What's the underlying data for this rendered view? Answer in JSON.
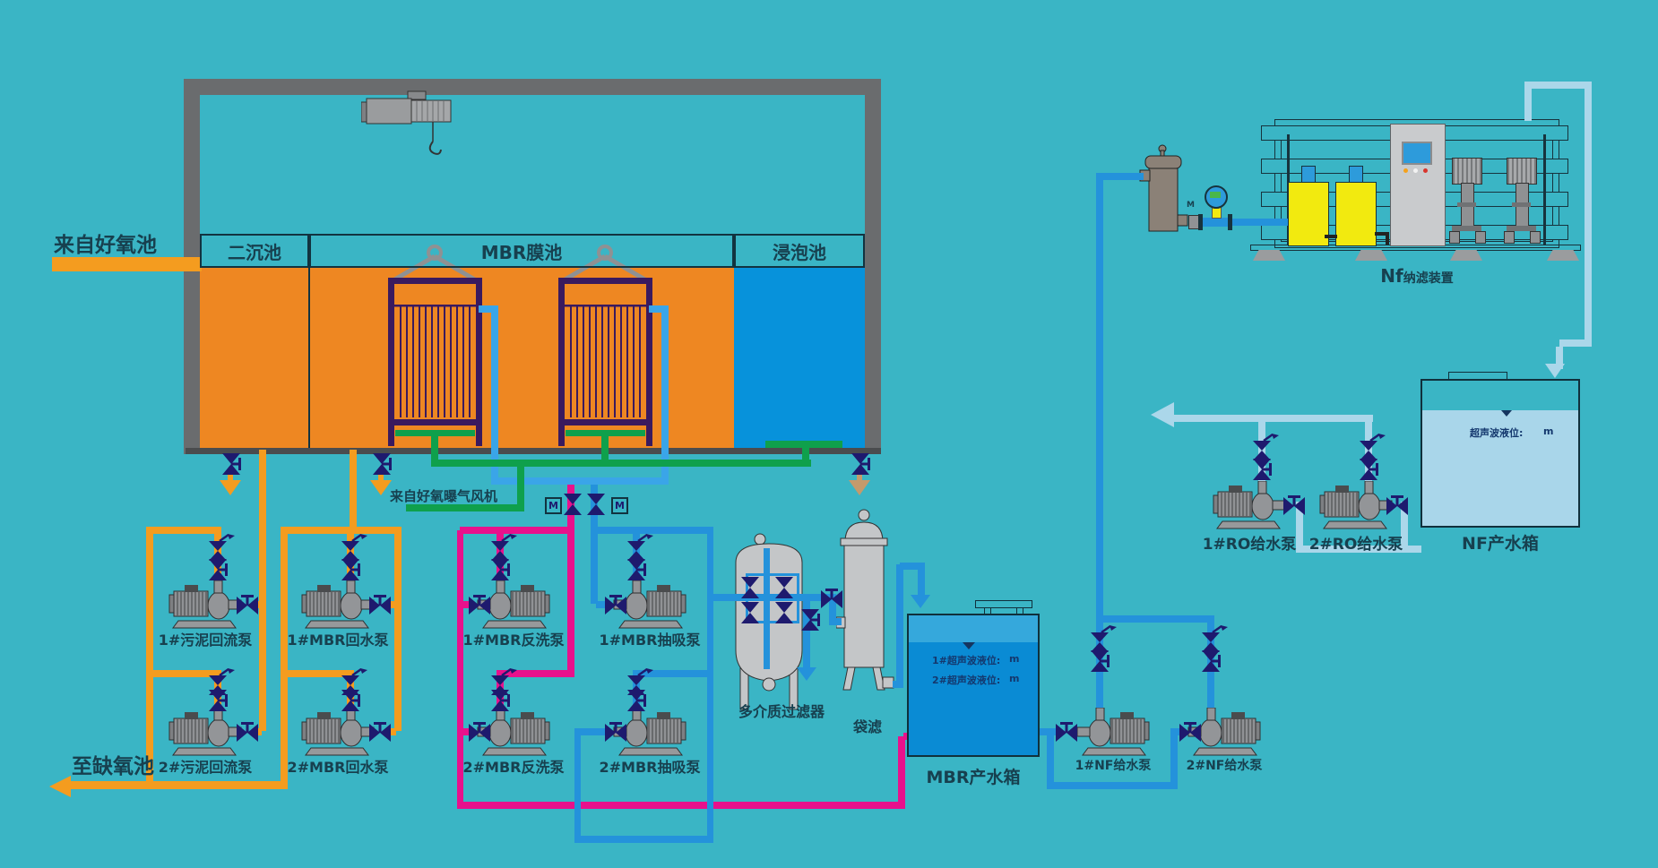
{
  "labels": {
    "from_aerobic": "来自好氧池",
    "to_anoxic": "至缺氧池",
    "blower": "来自好氧曝气风机",
    "compartments": [
      "二沉池",
      "MBR膜池",
      "浸泡池"
    ],
    "multimedia_filter": "多介质过滤器",
    "bag_filter": "袋滤",
    "motor": "M"
  },
  "pumps": [
    {
      "label": "1#污泥回流泵"
    },
    {
      "label": "1#MBR回水泵"
    },
    {
      "label": "2#污泥回流泵"
    },
    {
      "label": "2#MBR回水泵"
    },
    {
      "label": "1#MBR反洗泵"
    },
    {
      "label": "1#MBR抽吸泵"
    },
    {
      "label": "2#MBR反洗泵"
    },
    {
      "label": "2#MBR抽吸泵"
    },
    {
      "label": "1#NF给水泵"
    },
    {
      "label": "2#NF给水泵"
    },
    {
      "label": "1#RO给水泵"
    },
    {
      "label": "2#RO给水泵"
    }
  ],
  "tanks": {
    "mbr": {
      "name": "MBR产水箱",
      "levels": [
        {
          "label": "1#超声波液位:",
          "unit": "m"
        },
        {
          "label": "2#超声波液位:",
          "unit": "m"
        }
      ]
    },
    "nf": {
      "name": "NF产水箱",
      "level": {
        "label": "超声波液位:",
        "unit": "m"
      }
    }
  },
  "nf_unit": {
    "prefix": "Nf",
    "suffix": "纳滤装置"
  },
  "colors": {
    "background": "#3AB5C5",
    "orange_pipe": "#F49C1F",
    "blue_pipe": "#2492DB",
    "magenta_pipe": "#E8118C",
    "green_pipe": "#0FA04C",
    "pale_blue_pipe": "#ABD7EA",
    "valve_navy": "#1E1A6E",
    "tank_orange": "#EE8722",
    "soak_blue": "#0792DB",
    "water_blue": "#0A8BD4",
    "nf_water": "#A9D6EA",
    "yellow_tank": "#F2EA0F"
  }
}
